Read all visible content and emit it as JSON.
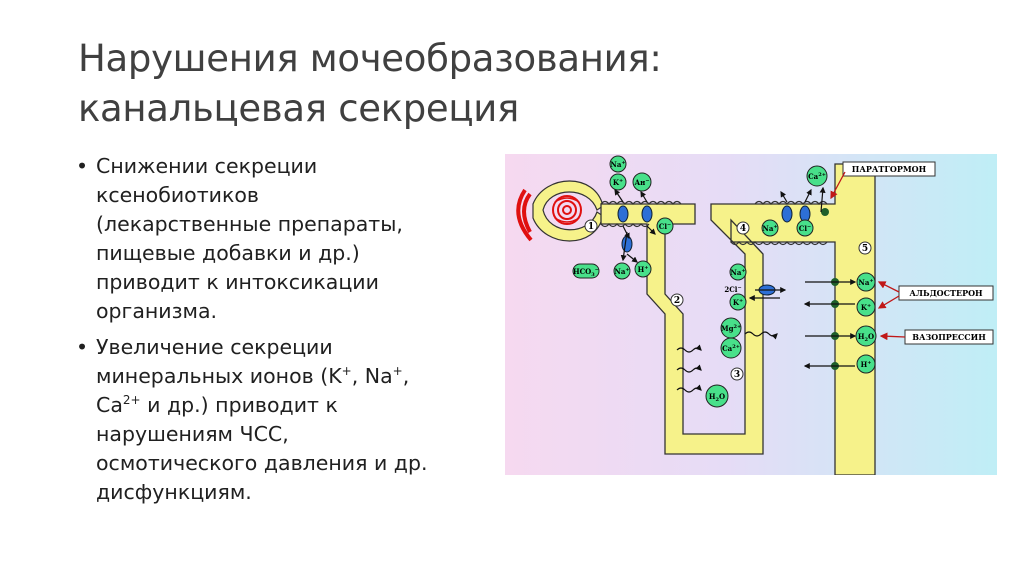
{
  "slide": {
    "title_line1": "Нарушения мочеобразования:",
    "title_line2": "канальцевая секреция"
  },
  "bullets": [
    {
      "lines": [
        "Снижении секреции",
        "ксенобиотиков",
        "(лекарственные препараты,",
        "пищевые добавки и др.)",
        "приводит к интоксикации",
        "организма."
      ]
    },
    {
      "line1": "Увеличение секреции",
      "line2_a": "минеральных ионов (K",
      "line2_sup1": "+",
      "line2_b": ", Na",
      "line2_sup2": "+",
      "line2_c": ",",
      "line3_a": "Ca",
      "line3_sup": "2+",
      "line3_b": " и др.) приводит к",
      "line4": "нарушениям ЧСС,",
      "line5": "осмотического давления и др.",
      "line6": "дисфункциям."
    }
  ],
  "bullet_char": "•",
  "diagram": {
    "hormones": {
      "parathormone": "ПАРАТГОРМОН",
      "aldosterone": "АЛЬДОСТЕРОН",
      "vasopressin": "ВАЗОПРЕССИН"
    },
    "segments": [
      "1",
      "2",
      "3",
      "4",
      "5"
    ],
    "ions": {
      "na": "Na",
      "k": "K",
      "an": "Ан",
      "cl": "Cl",
      "hco3": "HCO",
      "h": "H",
      "ca": "Ca",
      "mg": "Mg",
      "h2o": "H",
      "two_cl": "2Cl"
    },
    "colors": {
      "tubule": "#f6f28a",
      "ion": "#48e08a",
      "transporter": "#2d6fd6",
      "arrow": "#e02020",
      "glomerulus": "#e01010"
    }
  }
}
